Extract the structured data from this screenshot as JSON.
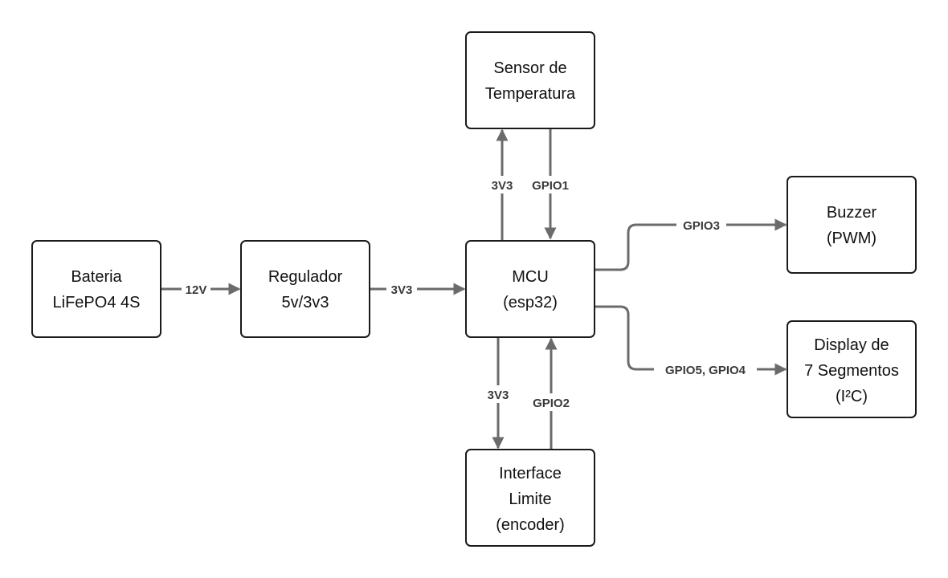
{
  "blocks": {
    "battery": {
      "line1": "Bateria",
      "line2": "LiFePO4 4S"
    },
    "regulator": {
      "line1": "Regulador",
      "line2": "5v/3v3"
    },
    "mcu": {
      "line1": "MCU",
      "line2": "(esp32)"
    },
    "sensor": {
      "line1": "Sensor de",
      "line2": "Temperatura"
    },
    "buzzer": {
      "line1": "Buzzer",
      "line2": "(PWM)"
    },
    "display": {
      "line1": "Display de",
      "line2": "7 Segmentos",
      "line3": "(I²C)"
    },
    "interface": {
      "line1": "Interface",
      "line2": "Limite",
      "line3": "(encoder)"
    }
  },
  "connections": {
    "battery_regulator": "12V",
    "regulator_mcu": "3V3",
    "mcu_sensor_power": "3V3",
    "sensor_mcu_signal": "GPIO1",
    "mcu_buzzer": "GPIO3",
    "mcu_display": "GPIO5, GPIO4",
    "mcu_interface_power": "3V3",
    "interface_mcu_signal": "GPIO2"
  },
  "colors": {
    "wire": "#6b6b6b",
    "box_border": "#1a1a1a",
    "label": "#3a3a3a"
  }
}
